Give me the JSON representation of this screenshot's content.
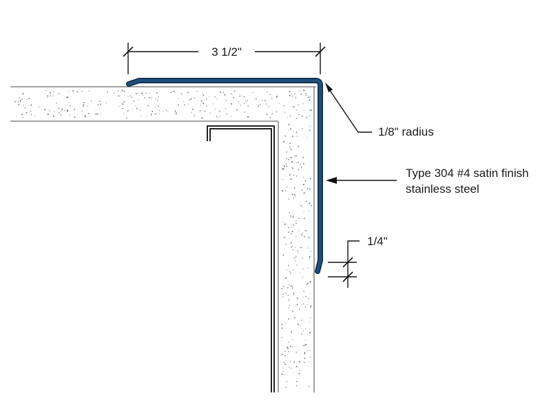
{
  "dimensions": {
    "width_label": "3 1/2\"",
    "thickness_label": "1/4\""
  },
  "callouts": {
    "radius_label": "1/8\" radius",
    "material_line1": "Type 304 #4 satin finish",
    "material_line2": "stainless steel"
  },
  "colors": {
    "trim": "#1f4f7a",
    "trim_edge": "#0d2a45",
    "wall_line": "#707070",
    "stipple": "#7a7a7a",
    "dim_line": "#111111"
  }
}
